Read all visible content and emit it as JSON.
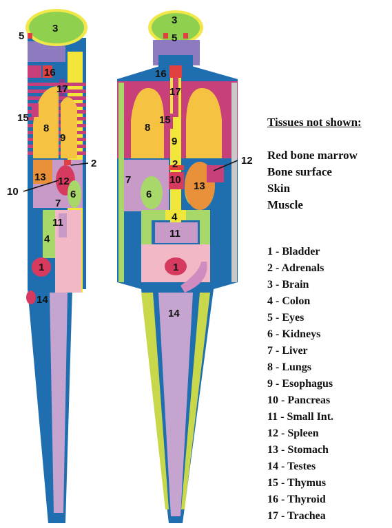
{
  "legend": {
    "title": "Tissues not shown:",
    "not_shown": [
      "Red bone marrow",
      "Bone surface",
      "Skin",
      "Muscle"
    ],
    "organs": [
      "1 - Bladder",
      "2 - Adrenals",
      "3 - Brain",
      "4 - Colon",
      "5 - Eyes",
      "6 - Kidneys",
      "7 - Liver",
      "8 - Lungs",
      "9 - Esophagus",
      "10 - Pancreas",
      "11 - Small Int.",
      "12 - Spleen",
      "13 - Stomach",
      "14 - Testes",
      "15 - Thymus",
      "16 - Thyroid",
      "17 - Trachea"
    ]
  },
  "side_view_labels": {
    "brain": "3",
    "eyes": "5",
    "thyroid": "16",
    "trachea": "17",
    "thymus": "15",
    "lungs": "8",
    "esophagus": "9",
    "adrenals": "2",
    "pancreas": "10",
    "stomach": "13",
    "spleen": "12",
    "kidneys": "6",
    "liver": "7",
    "small_int": "11",
    "colon": "4",
    "bladder": "1",
    "testes": "14"
  },
  "front_view_labels": {
    "brain": "3",
    "eyes": "5",
    "thyroid": "16",
    "trachea": "17",
    "thymus": "15",
    "lungs": "8",
    "esophagus": "9",
    "adrenals": "2",
    "spleen": "12",
    "liver": "7",
    "pancreas": "10",
    "stomach": "13",
    "kidneys": "6",
    "colon": "4",
    "small_int": "11",
    "bladder": "1",
    "testes": "14"
  },
  "colors": {
    "body": "#1f6fb0",
    "brain": "#8fd14f",
    "skull": "#f0e84a",
    "lungs": "#f5c242",
    "rib": "#c8407a",
    "esophagus": "#f2e63a",
    "liver": "#c79ac8",
    "stomach": "#e8913a",
    "kidney": "#a8d86a",
    "bladder": "#d63a5e",
    "intestine": "#f2b8c6",
    "leg_bone": "#c5a4d0",
    "thyroid": "#e04040"
  }
}
